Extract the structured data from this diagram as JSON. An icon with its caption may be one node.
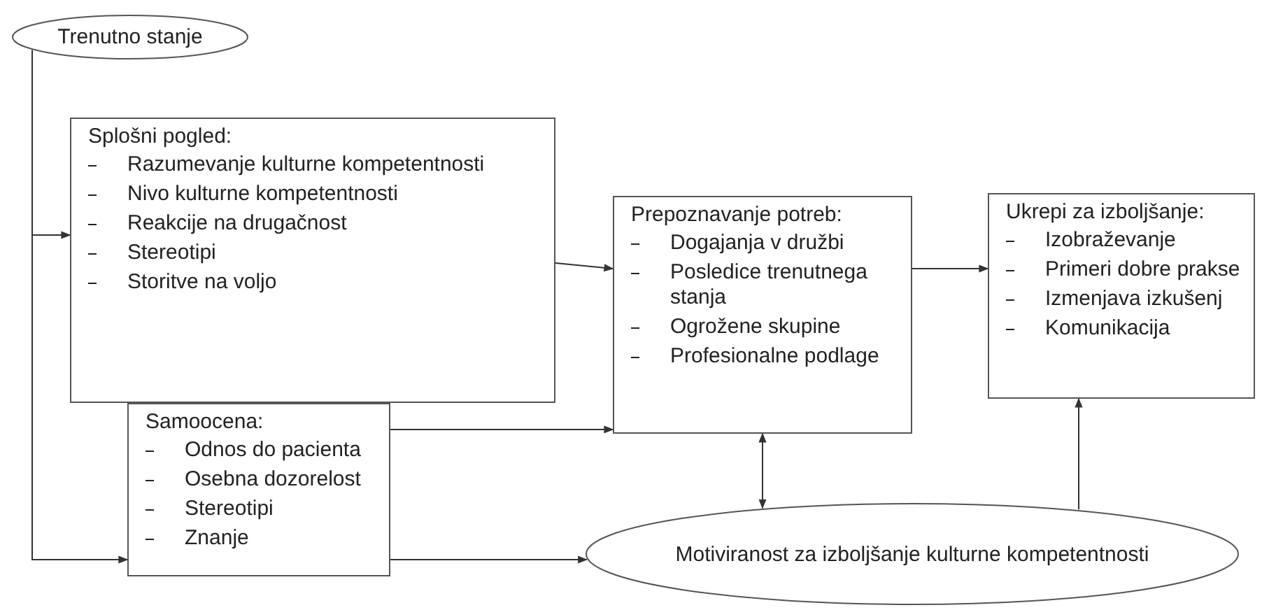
{
  "diagram": {
    "nodes": [
      {
        "text": [
          "Trenutno stanje"
        ]
      },
      {
        "text": [
          "Splošni pogled:",
          "Razumevanje kulturne kompetentnosti",
          "Nivo kulturne kompetentnosti",
          "Reakcije na drugačnost",
          "Stereotipi",
          "Storitve na voljo"
        ]
      },
      {
        "text": [
          "Prepoznavanje potreb:",
          "Dogajanja v družbi",
          "Posledice trenutnega stanja",
          "Ogrožene skupine",
          "Profesionalne podlage"
        ]
      },
      {
        "text": [
          "Ukrepi za izboljšanje:",
          "Izobraževanje",
          "Primeri dobre prakse",
          "Izmenjava izkušenj",
          "Komunikacija"
        ]
      },
      {
        "text": [
          "Samoocena:",
          "Odnos do pacienta",
          "Osebna dozorelost",
          "Stereotipi",
          "Znanje"
        ]
      },
      {
        "text": [
          "Motiviranost za izboljšanje kulturne kompetentnosti"
        ]
      }
    ],
    "edges": [
      {
        "from": 0,
        "to": 1,
        "arrow": "to"
      },
      {
        "from": 0,
        "to": 4,
        "arrow": "to"
      },
      {
        "from": 1,
        "to": 2,
        "arrow": "to"
      },
      {
        "from": 4,
        "to": 2,
        "arrow": "to"
      },
      {
        "from": 4,
        "to": 5,
        "arrow": "to"
      },
      {
        "from": 2,
        "to": 3,
        "arrow": "to"
      },
      {
        "from": 2,
        "to": 5,
        "arrow": "both"
      },
      {
        "from": 5,
        "to": 3,
        "arrow": "to"
      }
    ]
  }
}
